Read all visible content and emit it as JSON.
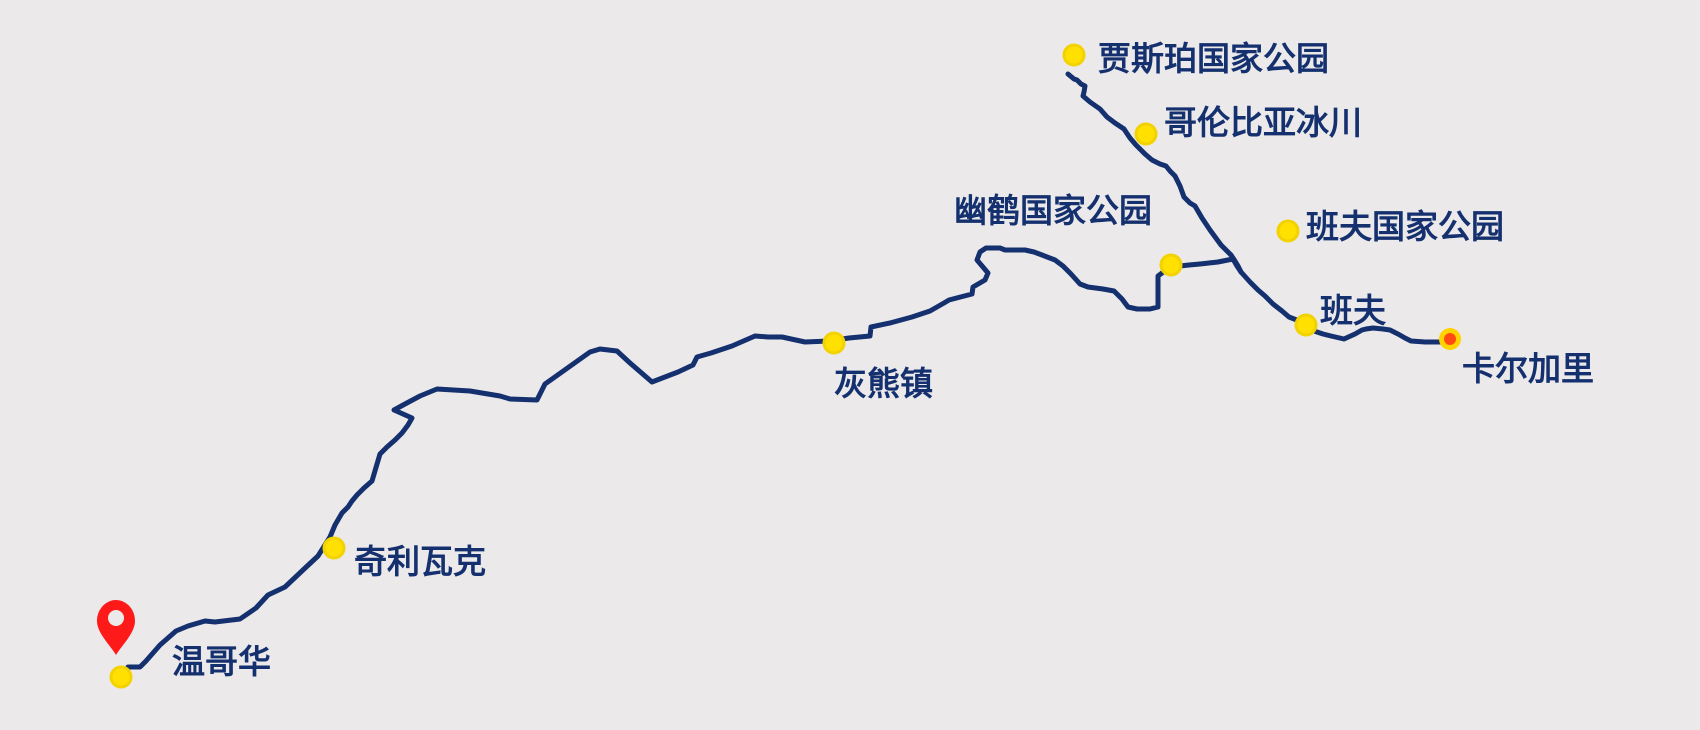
{
  "colors": {
    "background": "#ebe9ea",
    "route": "#14306e",
    "label": "#14306e",
    "stop_fill": "#ffe000",
    "stop_ring": "#f2d200",
    "destination_fill": "#ff4a12",
    "destination_ring": "#ffd200",
    "start_pin": "#ff1a1a"
  },
  "icons": {
    "start": "map-pin-icon",
    "stop": "location-dot-icon",
    "destination": "destination-dot-icon"
  },
  "places": {
    "vancouver": "温哥华",
    "chilliwack": "奇利瓦克",
    "grizzly_town": "灰熊镇",
    "yoho_np": "幽鹤国家公园",
    "jasper_np": "贾斯珀国家公园",
    "columbia_icefield": "哥伦比亚冰川",
    "banff_np": "班夫国家公园",
    "banff": "班夫",
    "calgary": "卡尔加里"
  }
}
